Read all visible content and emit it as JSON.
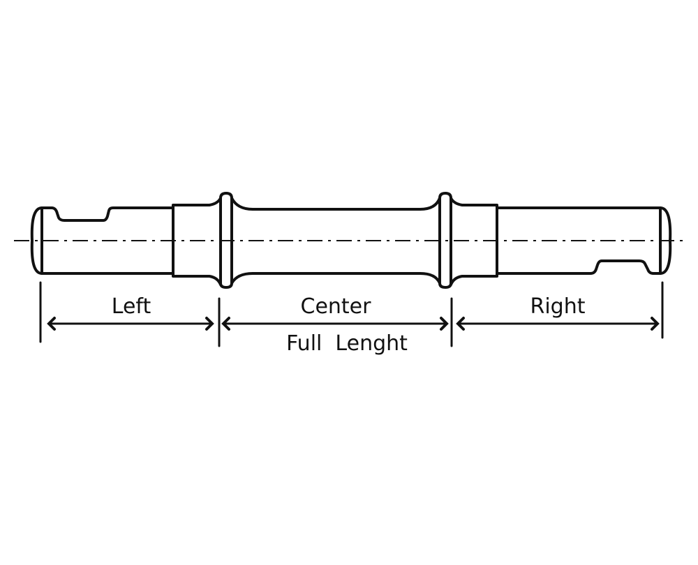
{
  "diagram": {
    "labels": {
      "left": "Left",
      "center": "Center",
      "right": "Right",
      "full_length": "Full  Lenght"
    },
    "colors": {
      "line": "#111111",
      "background": "#ffffff"
    }
  }
}
